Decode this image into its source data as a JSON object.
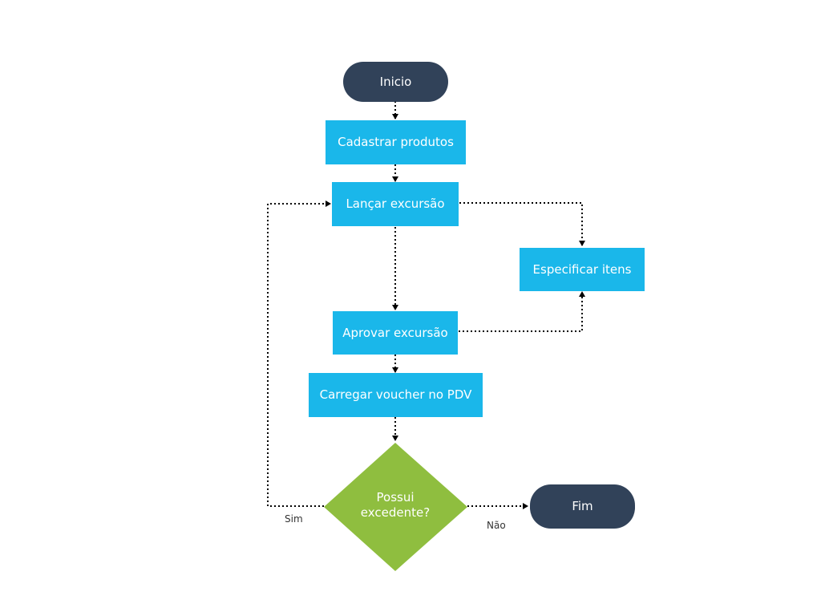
{
  "nodes": {
    "inicio": "Inicio",
    "cadastrar": "Cadastrar produtos",
    "lancar": "Lançar excursão",
    "especificar": "Especificar itens",
    "aprovar": "Aprovar excursão",
    "carregar": "Carregar voucher no PDV",
    "decisao": "Possui excedente?",
    "fim": "Fim"
  },
  "edge_labels": {
    "sim": "Sim",
    "nao": "Não"
  },
  "edges": [
    {
      "from": "inicio",
      "to": "cadastrar"
    },
    {
      "from": "cadastrar",
      "to": "lancar"
    },
    {
      "from": "lancar",
      "to": "aprovar"
    },
    {
      "from": "lancar",
      "to": "especificar"
    },
    {
      "from": "aprovar",
      "to": "especificar"
    },
    {
      "from": "aprovar",
      "to": "carregar"
    },
    {
      "from": "carregar",
      "to": "decisao"
    },
    {
      "from": "decisao",
      "to": "lancar",
      "label": "Sim"
    },
    {
      "from": "decisao",
      "to": "fim",
      "label": "Não"
    }
  ],
  "colors": {
    "terminal": "#314259",
    "process": "#1ab7ea",
    "decision": "#8fbe3f",
    "connector": "#000000"
  }
}
